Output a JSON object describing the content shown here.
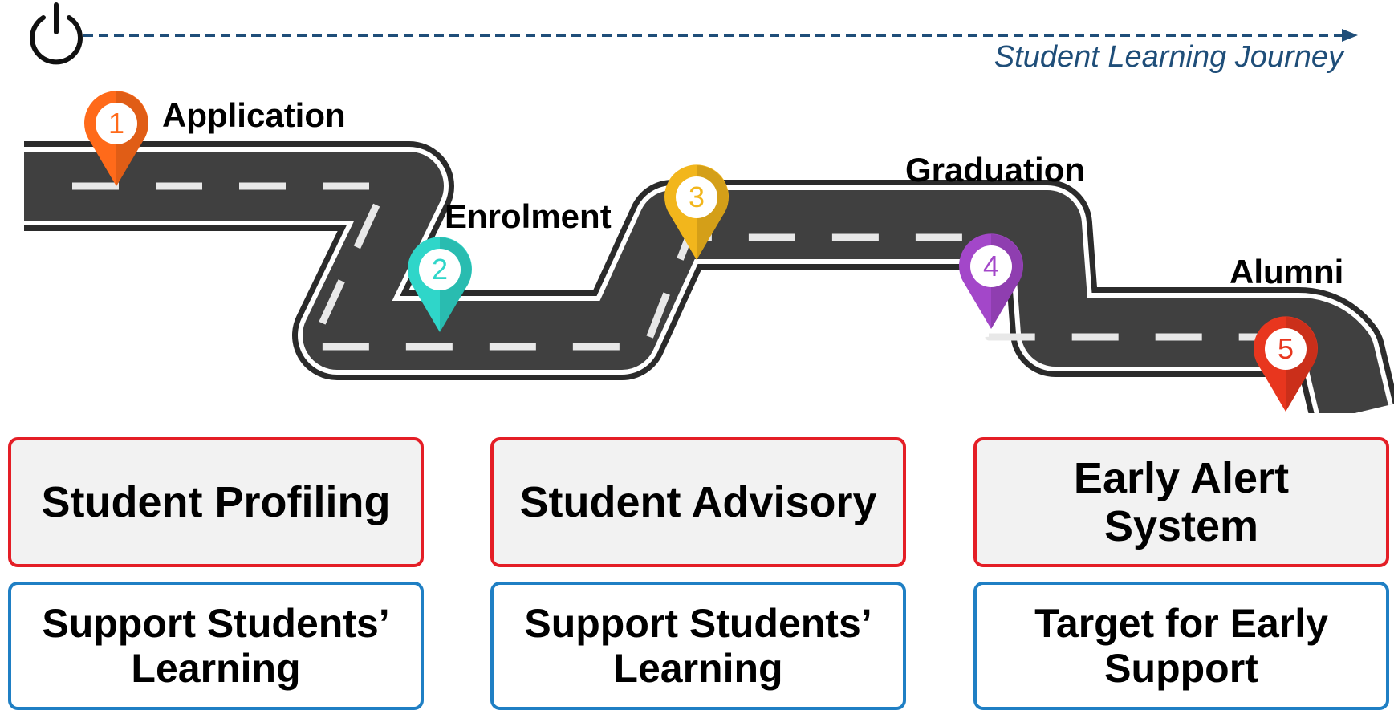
{
  "journey": {
    "label": "Student Learning Journey"
  },
  "stages": [
    {
      "number": "1",
      "label": "Application",
      "color": "#ff6a1a"
    },
    {
      "number": "2",
      "label": "Enrolment",
      "color": "#2fd6c9"
    },
    {
      "number": "3",
      "label": "Graduation",
      "color": "#f2b61c"
    },
    {
      "number": "4",
      "label": "",
      "color": "#a347c9"
    },
    {
      "number": "5",
      "label": "Alumni",
      "color": "#e8361e"
    }
  ],
  "services": [
    {
      "title": "Student Profiling",
      "purpose": "Support Students’ Learning"
    },
    {
      "title": "Student Advisory",
      "purpose": "Support Students’ Learning"
    },
    {
      "title": "Early Alert System",
      "purpose": "Target for Early Support"
    }
  ],
  "colors": {
    "road": "#404040",
    "road_edge": "#2b2b2b",
    "road_border": "#ffffff",
    "lane_marking": "#e8e8e8",
    "arrow": "#1f4e79",
    "service_border": "#e41e26",
    "purpose_border": "#1f7fc4"
  }
}
